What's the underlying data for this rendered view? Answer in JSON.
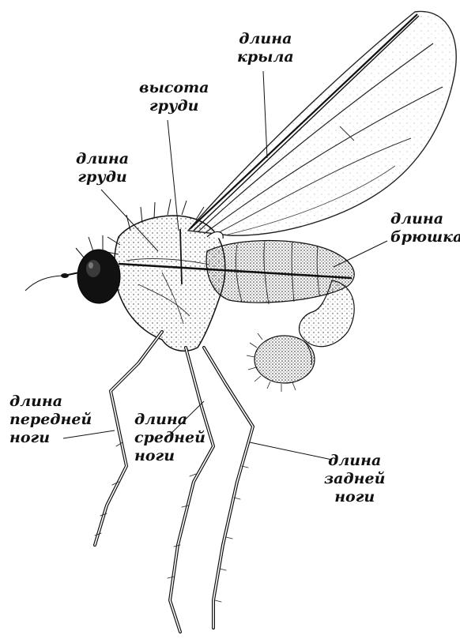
{
  "labels": {
    "wing_length": {
      "line1": "длина",
      "line2": "крыла"
    },
    "thorax_height": {
      "line1": "высота",
      "line2": "груди"
    },
    "thorax_length": {
      "line1": "длина",
      "line2": "груди"
    },
    "abdomen_length": {
      "line1": "длина",
      "line2": "брюшка"
    },
    "foreleg_length": {
      "line1": "длина",
      "line2": "передней",
      "line3": "ноги"
    },
    "midleg_length": {
      "line1": "длина",
      "line2": "средней",
      "line3": "ноги"
    },
    "hindleg_length": {
      "line1": "длина",
      "line2": "задней",
      "line3": "ноги"
    }
  },
  "colors": {
    "ink": "#111111",
    "paper": "#ffffff"
  }
}
